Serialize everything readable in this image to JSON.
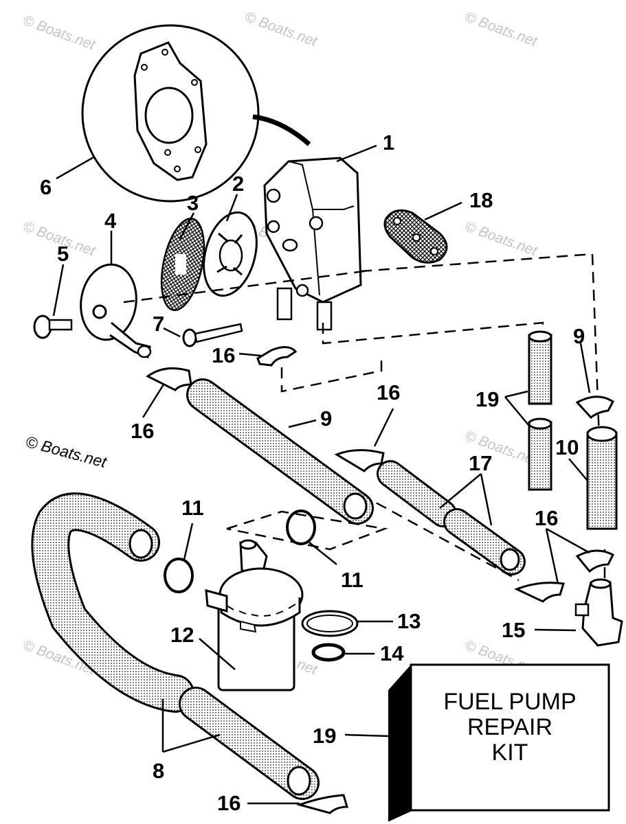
{
  "diagram": {
    "callouts": {
      "c1": "1",
      "c2": "2",
      "c3": "3",
      "c4": "4",
      "c5": "5",
      "c6": "6",
      "c7": "7",
      "c8": "8",
      "c9a": "9",
      "c9b": "9",
      "c10": "10",
      "c11a": "11",
      "c11b": "11",
      "c12": "12",
      "c13": "13",
      "c14": "14",
      "c15": "15",
      "c16a": "16",
      "c16b": "16",
      "c16c": "16",
      "c16d": "16",
      "c16e": "16",
      "c17": "17",
      "c18": "18",
      "c19a": "19",
      "c19b": "19"
    },
    "kit_box": {
      "line1": "FUEL PUMP",
      "line2": "REPAIR",
      "line3": "KIT"
    },
    "watermarks": {
      "main": "© Boats.net",
      "tile": "© Boats.net"
    },
    "colors": {
      "ink": "#000000",
      "paper": "#ffffff",
      "watermark": "#c4c4c4"
    }
  }
}
